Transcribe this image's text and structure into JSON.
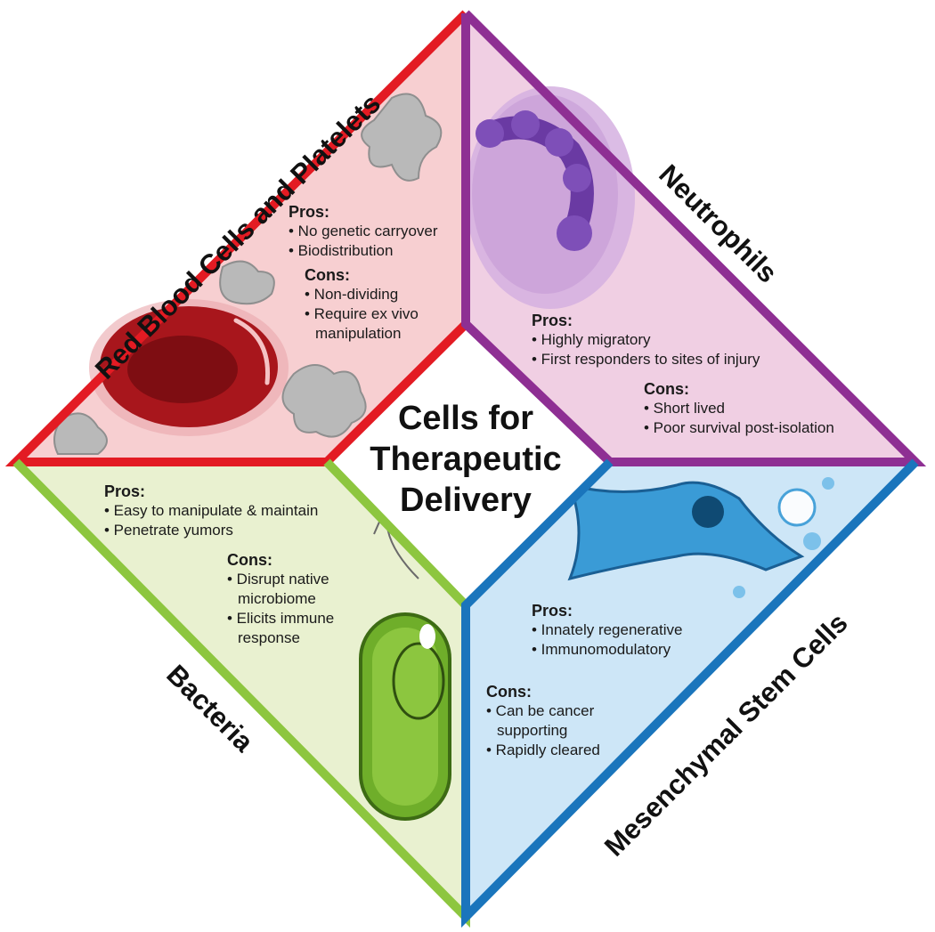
{
  "title_lines": [
    "Cells for",
    "Therapeutic",
    "Delivery"
  ],
  "colors": {
    "red": "#e31b23",
    "purple": "#8e2f93",
    "green": "#8dc63f",
    "blue": "#1a75bc",
    "red_fill": "#f7cfd1",
    "purple_fill": "#f0cfe3",
    "green_fill": "#e9f1d0",
    "blue_fill": "#cde6f7"
  },
  "sections": {
    "rbc": {
      "label": "Red Blood Cells and Platelets",
      "pros_label": "Pros:",
      "pros": [
        "• No genetic carryover",
        "• Biodistribution"
      ],
      "cons_label": "Cons:",
      "cons": [
        "• Non-dividing",
        "• Require ex vivo",
        "manipulation"
      ]
    },
    "neutrophils": {
      "label": "Neutrophils",
      "pros_label": "Pros:",
      "pros": [
        "• Highly migratory",
        "• First responders to sites of injury"
      ],
      "cons_label": "Cons:",
      "cons": [
        "• Short lived",
        "• Poor survival post-isolation"
      ]
    },
    "bacteria": {
      "label": "Bacteria",
      "pros_label": "Pros:",
      "pros": [
        "• Easy to manipulate & maintain",
        "• Penetrate yumors"
      ],
      "cons_label": "Cons:",
      "cons": [
        "• Disrupt native",
        "microbiome",
        "• Elicits immune",
        "response"
      ]
    },
    "msc": {
      "label": "Mesenchymal Stem Cells",
      "pros_label": "Pros:",
      "pros": [
        "• Innately regenerative",
        "• Immunomodulatory"
      ],
      "cons_label": "Cons:",
      "cons": [
        "• Can be cancer",
        "supporting",
        "• Rapidly cleared"
      ]
    }
  }
}
